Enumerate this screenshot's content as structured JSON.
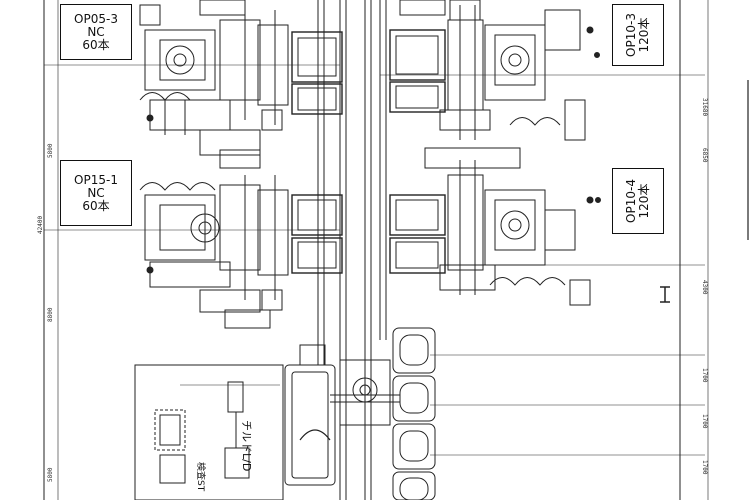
{
  "stations": {
    "op05_3": {
      "line1": "OP05-3",
      "line2": "NC",
      "line3": "60本"
    },
    "op15_1": {
      "line1": "OP15-1",
      "line2": "NC",
      "line3": "60本"
    },
    "op10_3": {
      "line1": "OP10-3",
      "line2": "120本"
    },
    "op10_4": {
      "line1": "OP10-4",
      "line2": "120本"
    }
  },
  "dimensions": {
    "d5800": "5800",
    "d42400": "42400",
    "d8800": "8800",
    "d5800b": "5800",
    "d31680": "31680",
    "d6850": "6850",
    "d4300": "4300",
    "d1700a": "1700",
    "d1700b": "1700",
    "d1700c": "1700"
  },
  "labels": {
    "chiller_ld": "チルドL/D",
    "inspection_st": "検査ST"
  }
}
